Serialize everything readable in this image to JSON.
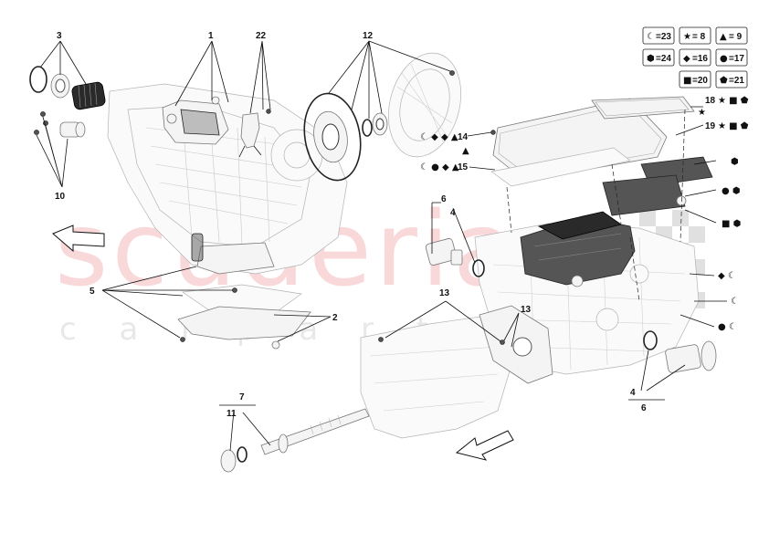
{
  "legend": [
    {
      "symbol": "☾",
      "value": "=23"
    },
    {
      "symbol": "★",
      "value": "= 8"
    },
    {
      "symbol": "▲",
      "value": "= 9"
    },
    {
      "symbol": "⬢",
      "value": "=24"
    },
    {
      "symbol": "◆",
      "value": "=16"
    },
    {
      "symbol": "●",
      "value": "=17"
    },
    {
      "symbol": "■",
      "value": "=20"
    },
    {
      "symbol": "⬟",
      "value": "=21"
    }
  ],
  "callouts": {
    "c1": "1",
    "c2": "2",
    "c3": "3",
    "c4a": "4",
    "c4b": "4",
    "c5": "5",
    "c6a": "6",
    "c6b": "6",
    "c7": "7",
    "c10": "10",
    "c11": "11",
    "c12": "12",
    "c13a": "13",
    "c13b": "13",
    "c14": "14",
    "c15": "15",
    "c18": "18",
    "c19": "19",
    "c22": "22"
  },
  "symbol_notes": {
    "r14": "☾ ◆ ◆ ▲",
    "r15": "☾ ● ◆ ▲",
    "r18": "★ ■ ⬟",
    "r19": "★ ■ ⬟",
    "s_star": "★",
    "s_tri": "▲",
    "s_hex1": "⬢",
    "s_hex2": "● ⬢",
    "s_hex3": "■ ⬢",
    "s_dm": "◆ ☾",
    "s_moon": "☾",
    "s_dotmoon": "● ☾"
  },
  "watermark": {
    "main": "scuderia",
    "sub": "c a r   p a r t s"
  }
}
